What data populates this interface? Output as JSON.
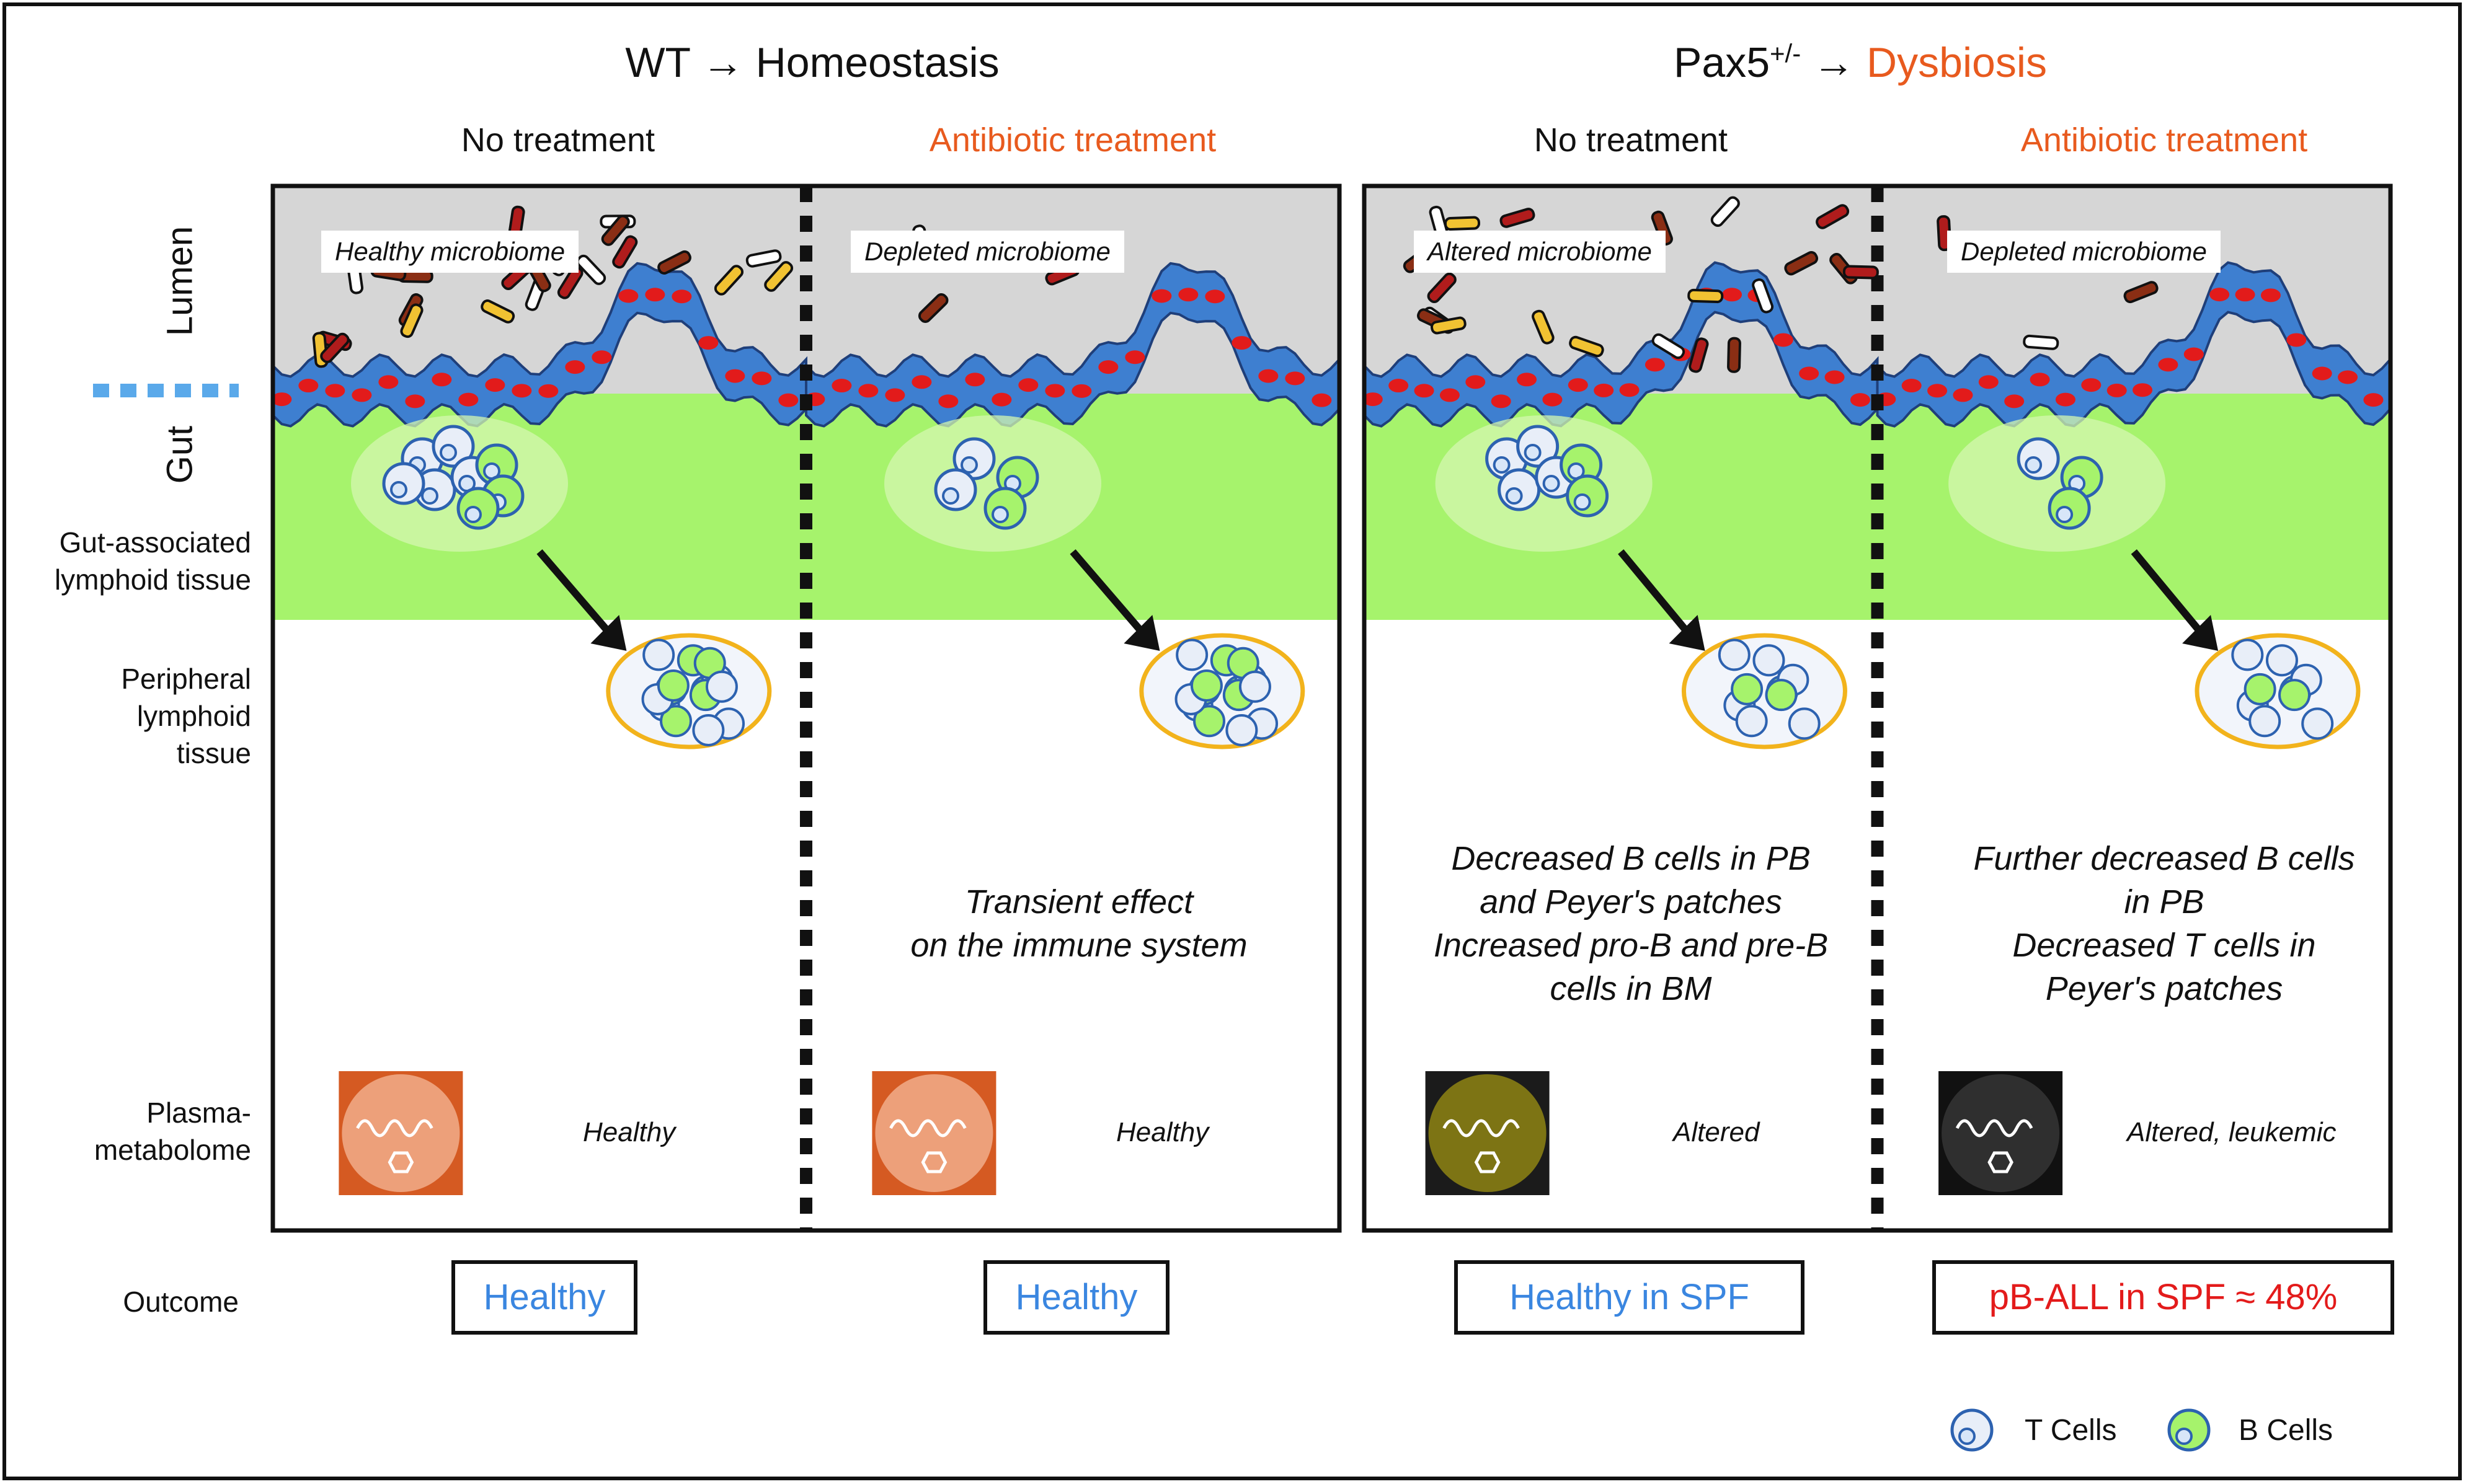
{
  "colors": {
    "lumen": "#d6d6d6",
    "gut": "#a6f36c",
    "epithelium": "#3e7fd0",
    "nucleus": "#e21b1b",
    "orange": "#e85a1e",
    "blue_text": "#3a86e0",
    "red_text": "#e31b1b",
    "lymph_ring": "#f2b31c"
  },
  "groups": [
    {
      "prefix": "WT",
      "arrow": "→",
      "sup": "",
      "suffix": "Homeostasis"
    },
    {
      "prefix": "Pax5",
      "arrow": "→",
      "sup": "+/-",
      "suffix": "Dysbiosis"
    }
  ],
  "panels": [
    {
      "treatment": "No treatment",
      "microbiome": "Healthy microbiome",
      "description": [
        "",
        ""
      ],
      "metabolome": "Healthy",
      "metabolome_icon": "metabolome-healthy-icon",
      "outcome": "Healthy"
    },
    {
      "treatment": "Antibiotic treatment",
      "microbiome": "Depleted microbiome",
      "description": [
        "Transient effect",
        "on the immune system"
      ],
      "metabolome": "Healthy",
      "metabolome_icon": "metabolome-healthy-icon",
      "outcome": "Healthy"
    },
    {
      "treatment": "No treatment",
      "microbiome": "Altered microbiome",
      "description": [
        "Decreased B cells in PB",
        "and Peyer's patches",
        "Increased pro-B and pre-B",
        "cells in BM"
      ],
      "metabolome": "Altered",
      "metabolome_icon": "metabolome-altered-icon",
      "outcome": "Healthy in SPF"
    },
    {
      "treatment": "Antibiotic treatment",
      "microbiome": "Depleted microbiome",
      "description": [
        "Further decreased B cells",
        "in PB",
        "Decreased T cells in",
        "Peyer's patches"
      ],
      "metabolome": "Altered, leukemic",
      "metabolome_icon": "metabolome-leukemic-icon",
      "outcome": "pB-ALL in SPF ≈ 48%"
    }
  ],
  "side_labels": {
    "lumen": "Lumen",
    "gut": "Gut",
    "galt": [
      "Gut-associated",
      "lymphoid tissue"
    ],
    "peripheral": [
      "Peripheral",
      "lymphoid",
      "tissue"
    ],
    "plasma": [
      "Plasma-",
      "metabolome"
    ],
    "outcome": "Outcome"
  },
  "legend": {
    "t_cells": "T Cells",
    "b_cells": "B Cells"
  }
}
